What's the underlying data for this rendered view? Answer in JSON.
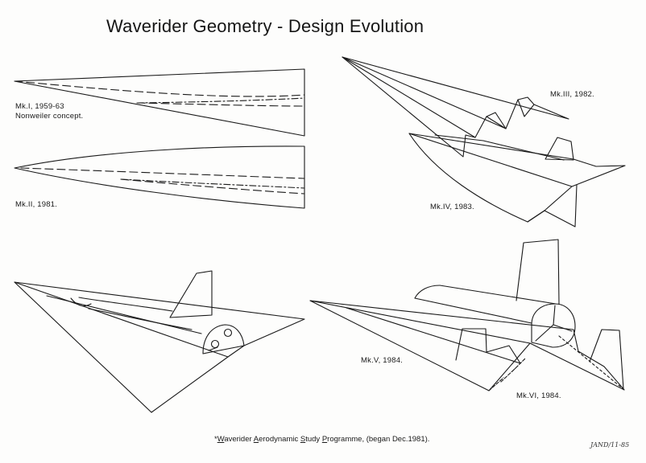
{
  "title": "Waverider Geometry - Design Evolution",
  "labels": {
    "mk1": "Mk.I, 1959-63",
    "mk1_sub": "Nonweiler concept.",
    "mk2": "Mk.II, 1981.",
    "mk3": "Mk.III, 1982.",
    "mk4": "Mk.IV, 1983.",
    "mk5": "Mk.V, 1984.",
    "mk6": "Mk.VI, 1984."
  },
  "footnote": {
    "bullet": "*",
    "w1": "W",
    "r1": "averider ",
    "w2": "A",
    "r2": "erodynamic ",
    "w3": "S",
    "r3": "tudy ",
    "w4": "P",
    "r4": "rogramme, (began Dec.1981)."
  },
  "signature": "JAND/11-85",
  "colors": {
    "ink": "#1a1a1a",
    "paper": "#fdfdfc"
  }
}
